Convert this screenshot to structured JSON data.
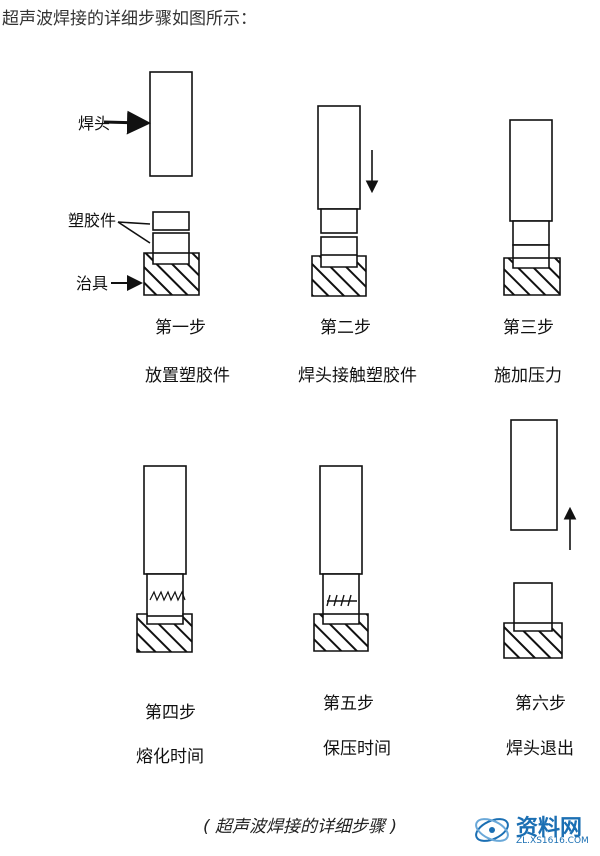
{
  "intro": "超声波焊接的详细步骤如图所示：",
  "parts": {
    "horn": "焊头",
    "workpiece": "塑胶件",
    "fixture": "治具"
  },
  "steps": [
    {
      "num": "第一步",
      "desc": "放置塑胶件"
    },
    {
      "num": "第二步",
      "desc": "焊头接触塑胶件"
    },
    {
      "num": "第三步",
      "desc": "施加压力"
    },
    {
      "num": "第四步",
      "desc": "熔化时间"
    },
    {
      "num": "第五步",
      "desc": "保压时间"
    },
    {
      "num": "第六步",
      "desc": "焊头退出"
    }
  ],
  "caption": "( 超声波焊接的详细步骤 )",
  "watermark": {
    "text": "资料网",
    "url": "ZL.XS1616.COM"
  },
  "colors": {
    "line": "#111111",
    "watermark": "#1b6fb3"
  }
}
